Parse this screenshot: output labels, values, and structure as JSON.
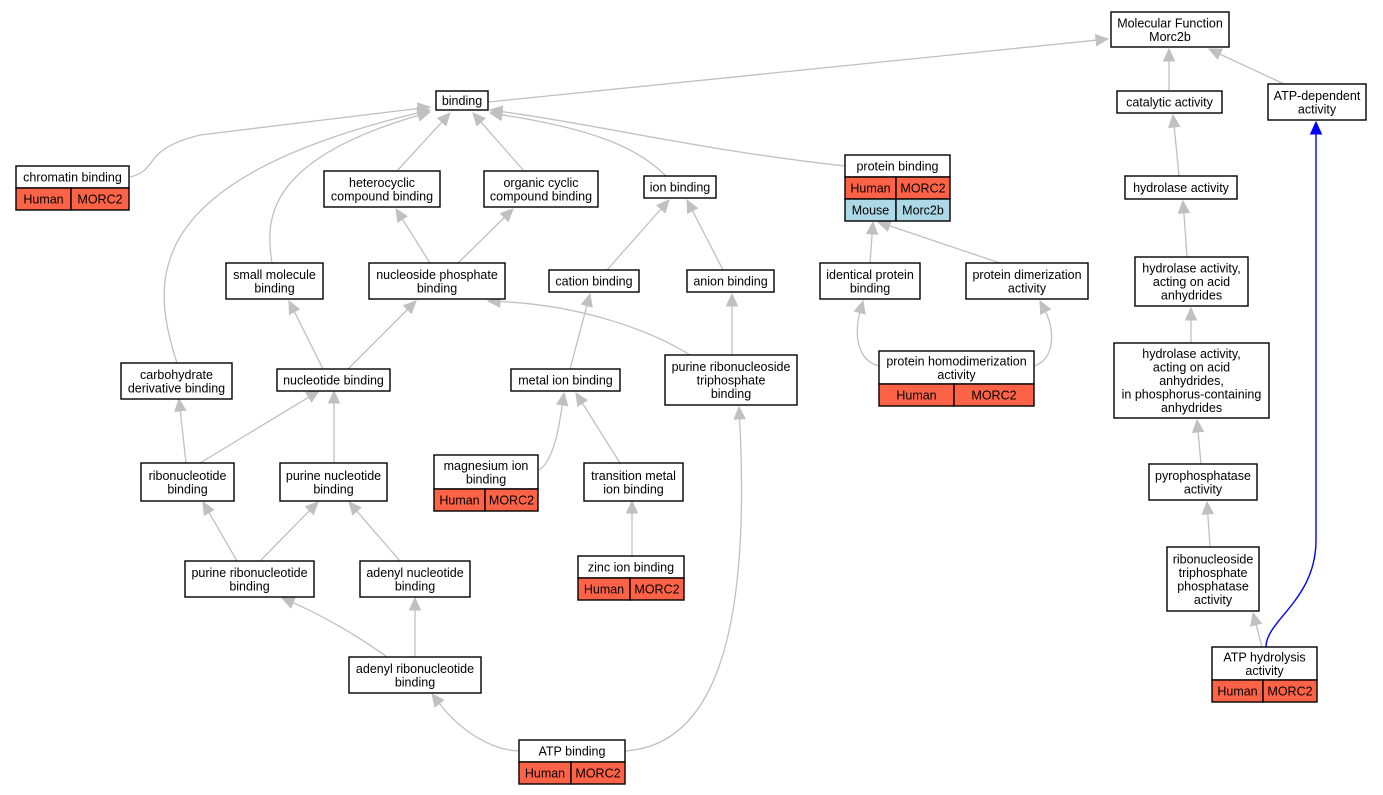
{
  "colors": {
    "human": "#ff6347",
    "mouse": "#add8e6",
    "edge": "#c0c0c0",
    "highlight_edge": "#0000ff"
  },
  "nodes": {
    "mf": {
      "lines": [
        "Molecular Function",
        "Morc2b"
      ]
    },
    "binding": {
      "lines": [
        "binding"
      ]
    },
    "catalytic": {
      "lines": [
        "catalytic activity"
      ]
    },
    "atpdep": {
      "lines": [
        "ATP-dependent",
        "activity"
      ]
    },
    "chromatin": {
      "lines": [
        "chromatin binding"
      ],
      "cells": [
        "Human",
        "MORC2"
      ]
    },
    "hetero": {
      "lines": [
        "heterocyclic",
        "compound binding"
      ]
    },
    "organic": {
      "lines": [
        "organic cyclic",
        "compound binding"
      ]
    },
    "ion": {
      "lines": [
        "ion binding"
      ]
    },
    "protein": {
      "lines": [
        "protein binding"
      ],
      "cells": [
        "Human",
        "MORC2"
      ],
      "cells2": [
        "Mouse",
        "Morc2b"
      ]
    },
    "hydrolase": {
      "lines": [
        "hydrolase activity"
      ]
    },
    "smallmol": {
      "lines": [
        "small molecule",
        "binding"
      ]
    },
    "nucphos": {
      "lines": [
        "nucleoside phosphate",
        "binding"
      ]
    },
    "cation": {
      "lines": [
        "cation binding"
      ]
    },
    "anion": {
      "lines": [
        "anion binding"
      ]
    },
    "identical": {
      "lines": [
        "identical protein",
        "binding"
      ]
    },
    "dimer": {
      "lines": [
        "protein dimerization",
        "activity"
      ]
    },
    "hydacid": {
      "lines": [
        "hydrolase activity,",
        "acting on acid",
        "anhydrides"
      ]
    },
    "carbo": {
      "lines": [
        "carbohydrate",
        "derivative binding"
      ]
    },
    "nucleotide": {
      "lines": [
        "nucleotide binding"
      ]
    },
    "metal": {
      "lines": [
        "metal ion binding"
      ]
    },
    "prntp": {
      "lines": [
        "purine ribonucleoside",
        "triphosphate",
        "binding"
      ]
    },
    "homodimer": {
      "lines": [
        "protein homodimerization",
        "activity"
      ],
      "cells": [
        "Human",
        "MORC2"
      ]
    },
    "hydphos": {
      "lines": [
        "hydrolase activity,",
        "acting on acid",
        "anhydrides,",
        "in phosphorus-containing",
        "anhydrides"
      ]
    },
    "ribonuc": {
      "lines": [
        "ribonucleotide",
        "binding"
      ]
    },
    "purnuc": {
      "lines": [
        "purine nucleotide",
        "binding"
      ]
    },
    "magnesium": {
      "lines": [
        "magnesium ion",
        "binding"
      ],
      "cells": [
        "Human",
        "MORC2"
      ]
    },
    "transition": {
      "lines": [
        "transition metal",
        "ion binding"
      ]
    },
    "pyrophos": {
      "lines": [
        "pyrophosphatase",
        "activity"
      ]
    },
    "purribo": {
      "lines": [
        "purine ribonucleotide",
        "binding"
      ]
    },
    "adenyl": {
      "lines": [
        "adenyl nucleotide",
        "binding"
      ]
    },
    "zinc": {
      "lines": [
        "zinc ion binding"
      ],
      "cells": [
        "Human",
        "MORC2"
      ]
    },
    "ntpase": {
      "lines": [
        "ribonucleoside",
        "triphosphate",
        "phosphatase",
        "activity"
      ]
    },
    "adenylribo": {
      "lines": [
        "adenyl ribonucleotide",
        "binding"
      ]
    },
    "atphyd": {
      "lines": [
        "ATP hydrolysis",
        "activity"
      ],
      "cells": [
        "Human",
        "MORC2"
      ]
    },
    "atpbind": {
      "lines": [
        "ATP binding"
      ],
      "cells": [
        "Human",
        "MORC2"
      ]
    }
  },
  "edges": [
    [
      "binding",
      "mf"
    ],
    [
      "catalytic",
      "mf"
    ],
    [
      "atpdep",
      "mf"
    ],
    [
      "chromatin",
      "binding"
    ],
    [
      "hetero",
      "binding"
    ],
    [
      "organic",
      "binding"
    ],
    [
      "ion",
      "binding"
    ],
    [
      "protein",
      "binding"
    ],
    [
      "smallmol",
      "binding"
    ],
    [
      "carbo",
      "binding"
    ],
    [
      "hydrolase",
      "catalytic"
    ],
    [
      "hydacid",
      "hydrolase"
    ],
    [
      "hydphos",
      "hydacid"
    ],
    [
      "pyrophos",
      "hydphos"
    ],
    [
      "ntpase",
      "pyrophos"
    ],
    [
      "atphyd",
      "ntpase"
    ],
    [
      "atphyd",
      "atpdep"
    ],
    [
      "nucphos",
      "hetero"
    ],
    [
      "nucphos",
      "organic"
    ],
    [
      "cation",
      "ion"
    ],
    [
      "anion",
      "ion"
    ],
    [
      "identical",
      "protein"
    ],
    [
      "dimer",
      "protein"
    ],
    [
      "homodimer",
      "identical"
    ],
    [
      "homodimer",
      "dimer"
    ],
    [
      "nucleotide",
      "smallmol"
    ],
    [
      "nucleotide",
      "nucphos"
    ],
    [
      "metal",
      "cation"
    ],
    [
      "prntp",
      "nucphos"
    ],
    [
      "prntp",
      "anion"
    ],
    [
      "ribonuc",
      "carbo"
    ],
    [
      "ribonuc",
      "nucleotide"
    ],
    [
      "purnuc",
      "nucleotide"
    ],
    [
      "magnesium",
      "metal"
    ],
    [
      "transition",
      "metal"
    ],
    [
      "zinc",
      "transition"
    ],
    [
      "purribo",
      "ribonuc"
    ],
    [
      "purribo",
      "purnuc"
    ],
    [
      "adenyl",
      "purnuc"
    ],
    [
      "adenylribo",
      "purribo"
    ],
    [
      "adenylribo",
      "adenyl"
    ],
    [
      "atpbind",
      "adenylribo"
    ],
    [
      "atpbind",
      "prntp"
    ]
  ]
}
